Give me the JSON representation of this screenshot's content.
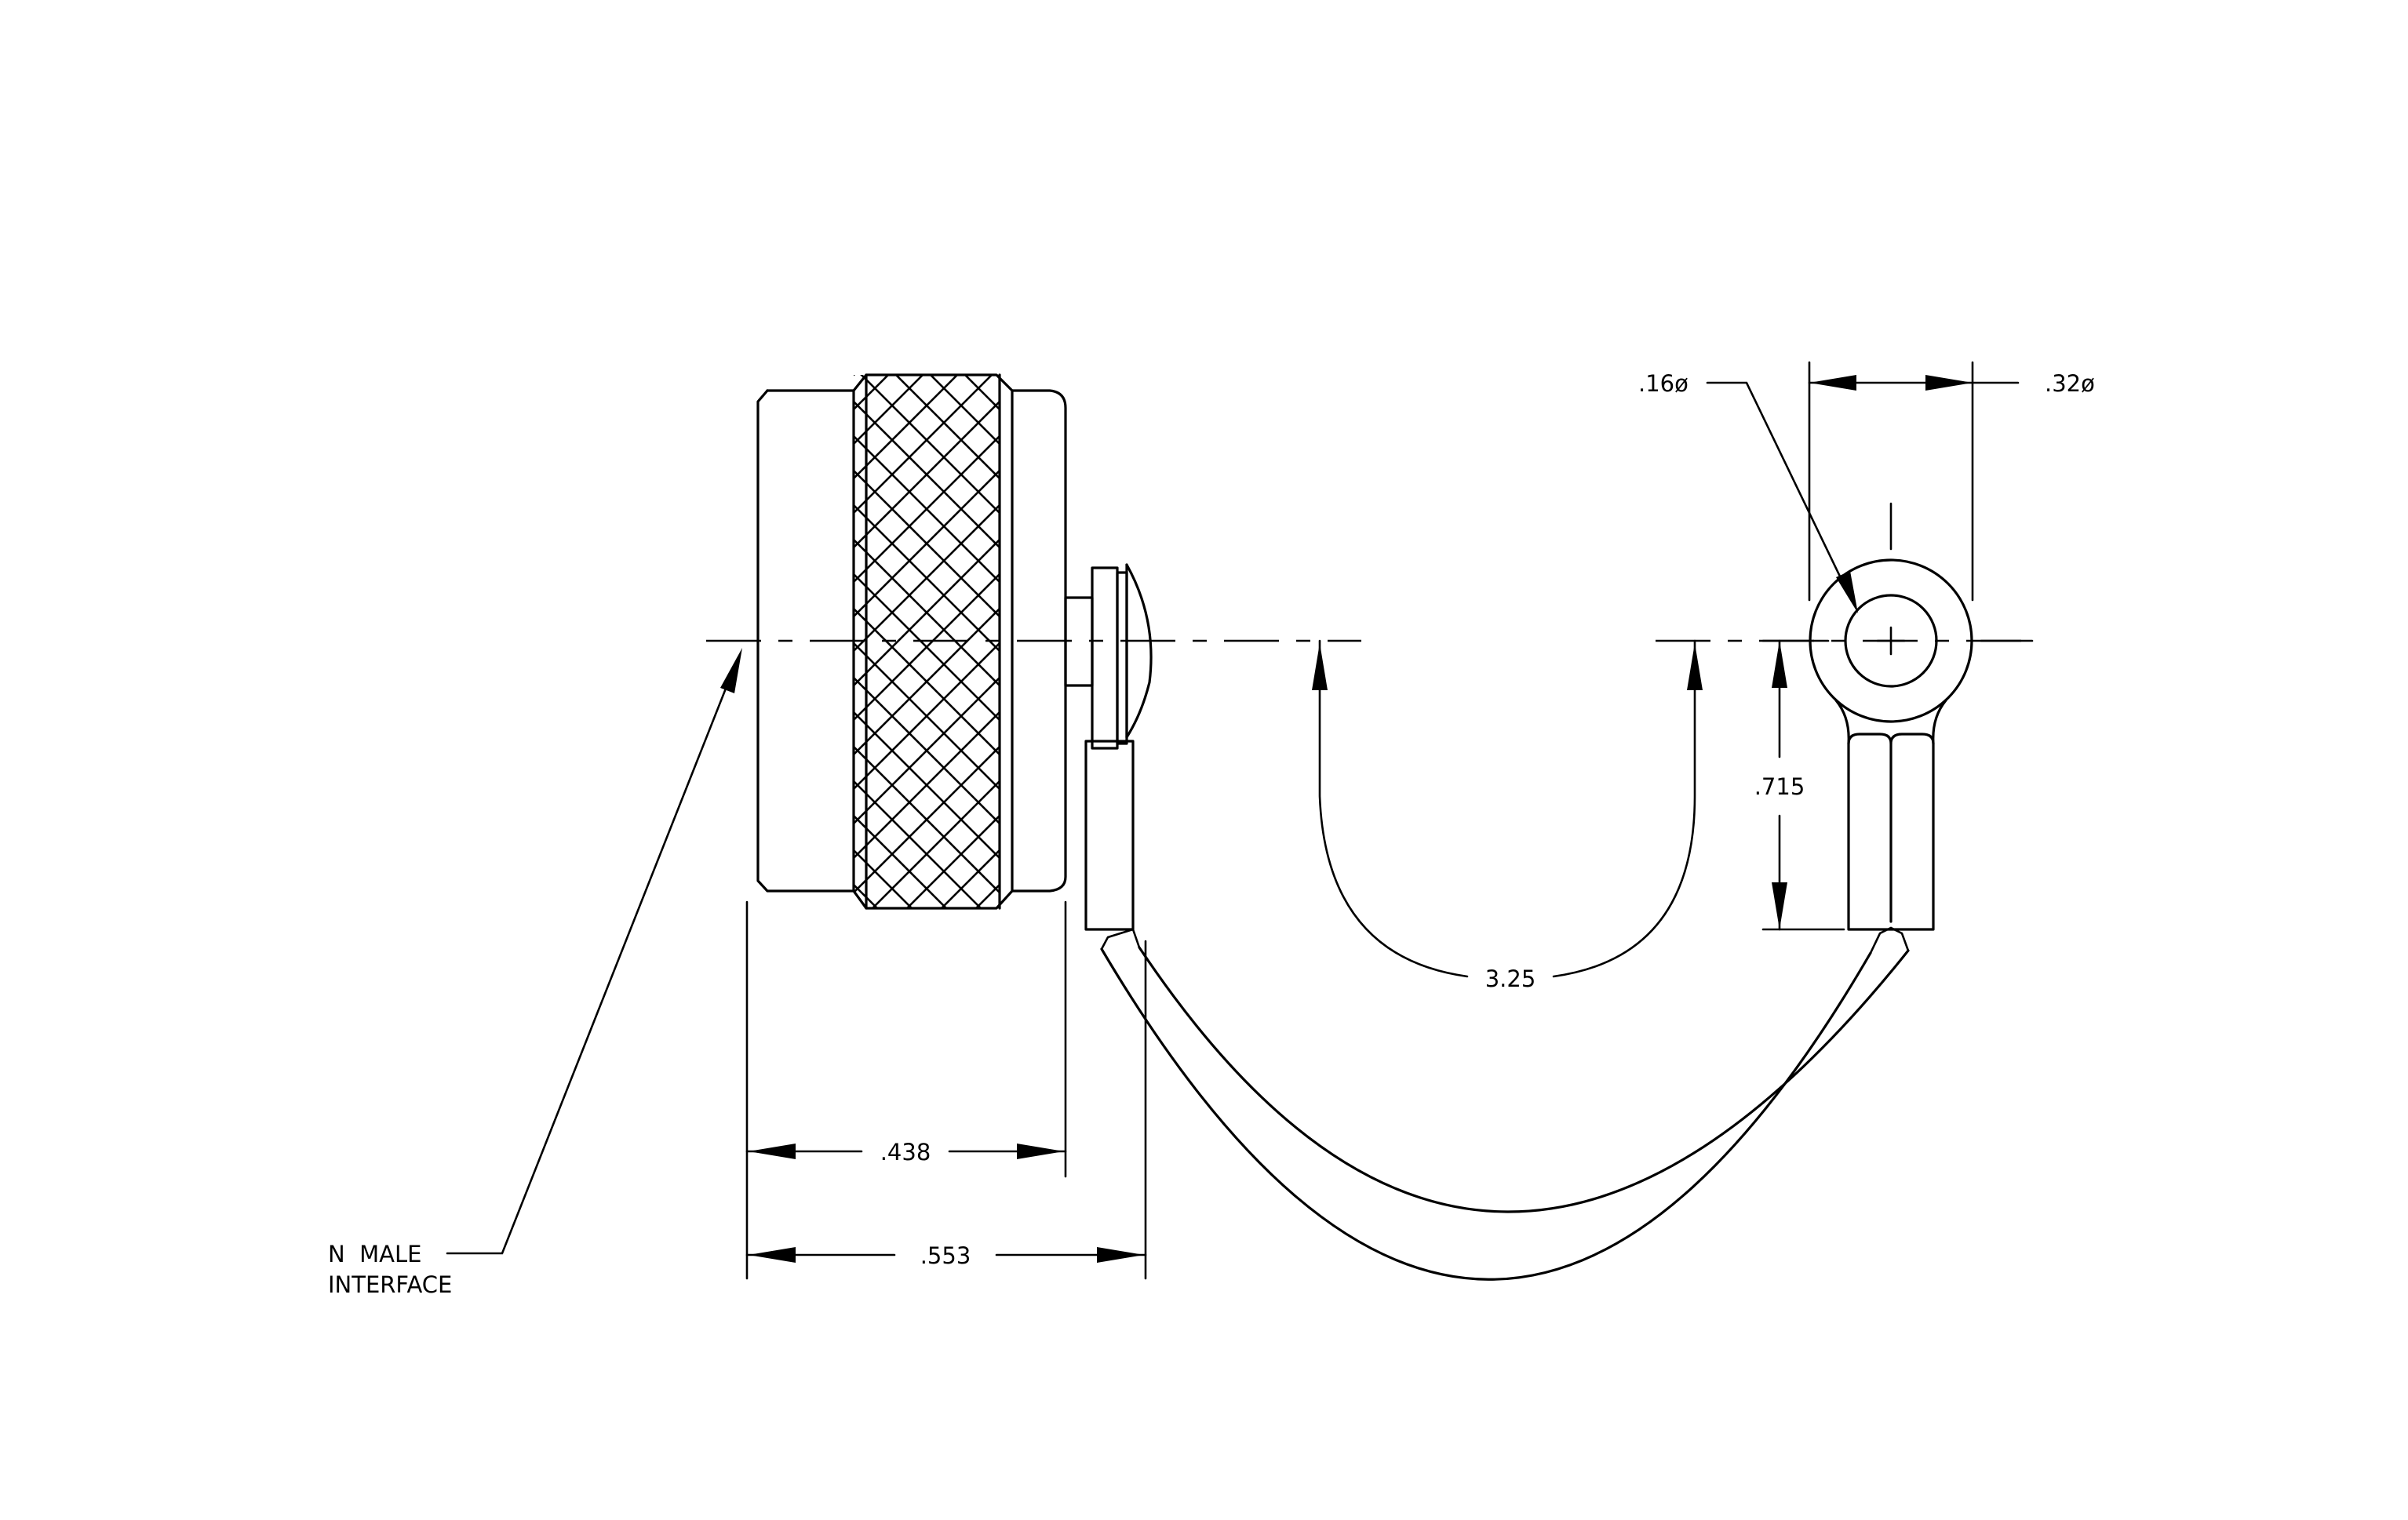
{
  "dimensions": {
    "hole_dia": ".16ø",
    "ring_dia": ".32ø",
    "lug_length": ".715",
    "lanyard_length": "3.25",
    "cap_length": ".438",
    "overall_length": ".553"
  },
  "note": {
    "line1": "N  MALE",
    "line2": "INTERFACE"
  },
  "colors": {
    "line": "#000000",
    "background": "#ffffff"
  }
}
